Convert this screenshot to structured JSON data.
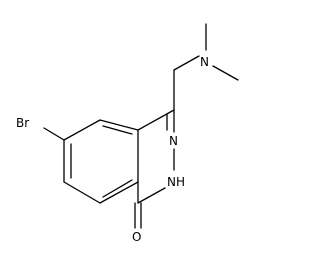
{
  "molecule": {
    "atoms": {
      "bromine": "Br",
      "amine_nitrogen": "N",
      "ring_nitrogen": "N",
      "nh": "NH",
      "carbonyl_oxygen": "O"
    }
  }
}
